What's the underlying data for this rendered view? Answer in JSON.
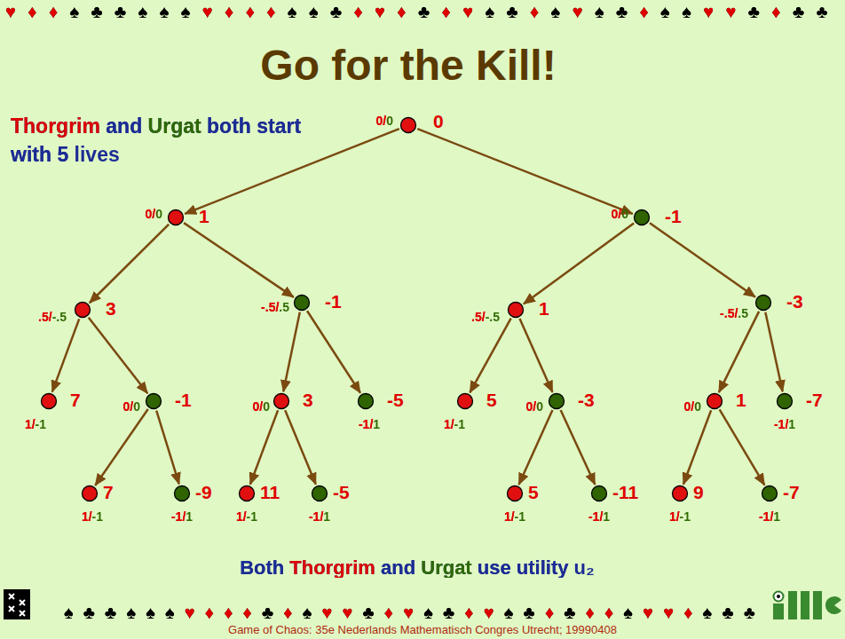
{
  "diagram": {
    "title": "Go for the Kill!",
    "caption": "Both Thorgrim and Urgat use utility u₂",
    "nodes": [
      {
        "text": [
          "0/0",
          "0"
        ]
      },
      {
        "text": [
          "0/0",
          "1"
        ]
      },
      {
        "text": [
          "0/0",
          "-1"
        ]
      },
      {
        "text": [
          ".5/-.5",
          "3"
        ]
      },
      {
        "text": [
          "-.5/.5",
          "-1"
        ]
      },
      {
        "text": [
          ".5/-.5",
          "1"
        ]
      },
      {
        "text": [
          "-.5/.5",
          "-3"
        ]
      },
      {
        "text": [
          "1/-1",
          "7"
        ]
      },
      {
        "text": [
          "0/0",
          "-1"
        ]
      },
      {
        "text": [
          "0/0",
          "3"
        ]
      },
      {
        "text": [
          "-1/1",
          "-5"
        ]
      },
      {
        "text": [
          "1/-1",
          "5"
        ]
      },
      {
        "text": [
          "0/0",
          "-3"
        ]
      },
      {
        "text": [
          "0/0",
          "1"
        ]
      },
      {
        "text": [
          "-1/1",
          "-7"
        ]
      },
      {
        "text": [
          "1/-1",
          "7"
        ]
      },
      {
        "text": [
          "-1/1",
          "-9"
        ]
      },
      {
        "text": [
          "1/-1",
          "11"
        ]
      },
      {
        "text": [
          "-1/1",
          "-5"
        ]
      },
      {
        "text": [
          "1/-1",
          "5"
        ]
      },
      {
        "text": [
          "-1/1",
          "-11"
        ]
      },
      {
        "text": [
          "1/-1",
          "9"
        ]
      },
      {
        "text": [
          "-1/1",
          "-7"
        ]
      }
    ],
    "edges": [
      {
        "from": 0,
        "to": 1,
        "arrow": "to"
      },
      {
        "from": 0,
        "to": 2,
        "arrow": "to"
      },
      {
        "from": 1,
        "to": 3,
        "arrow": "to"
      },
      {
        "from": 1,
        "to": 4,
        "arrow": "to"
      },
      {
        "from": 2,
        "to": 5,
        "arrow": "to"
      },
      {
        "from": 2,
        "to": 6,
        "arrow": "to"
      },
      {
        "from": 3,
        "to": 7,
        "arrow": "to"
      },
      {
        "from": 3,
        "to": 8,
        "arrow": "to"
      },
      {
        "from": 4,
        "to": 9,
        "arrow": "to"
      },
      {
        "from": 4,
        "to": 10,
        "arrow": "to"
      },
      {
        "from": 5,
        "to": 11,
        "arrow": "to"
      },
      {
        "from": 5,
        "to": 12,
        "arrow": "to"
      },
      {
        "from": 6,
        "to": 13,
        "arrow": "to"
      },
      {
        "from": 6,
        "to": 14,
        "arrow": "to"
      },
      {
        "from": 8,
        "to": 15,
        "arrow": "to"
      },
      {
        "from": 8,
        "to": 16,
        "arrow": "to"
      },
      {
        "from": 9,
        "to": 17,
        "arrow": "to"
      },
      {
        "from": 9,
        "to": 18,
        "arrow": "to"
      },
      {
        "from": 12,
        "to": 19,
        "arrow": "to"
      },
      {
        "from": 12,
        "to": 20,
        "arrow": "to"
      },
      {
        "from": 13,
        "to": 21,
        "arrow": "to"
      },
      {
        "from": 13,
        "to": 22,
        "arrow": "to"
      }
    ],
    "labels": [
      "♥♦♦♠♣♣♠♠♠♥♦♦♦♠♠♣♦♥♦♣♦♥♠♣♦♠♥♠♣♦♠♠♥♥♣♦♣♣",
      "Thorgrim and Urgat both start with 5 lives",
      "♠♣♣♠♠♠♥♦♦♦♣♦♠♥♥♣♦♥♠♣♦♥♠♣♦♣♦♦♠♥♥♦♠♣♣",
      "Game of Chaos: 35e Nederlands Mathematisch Congres Utrecht; 19990408"
    ]
  }
}
